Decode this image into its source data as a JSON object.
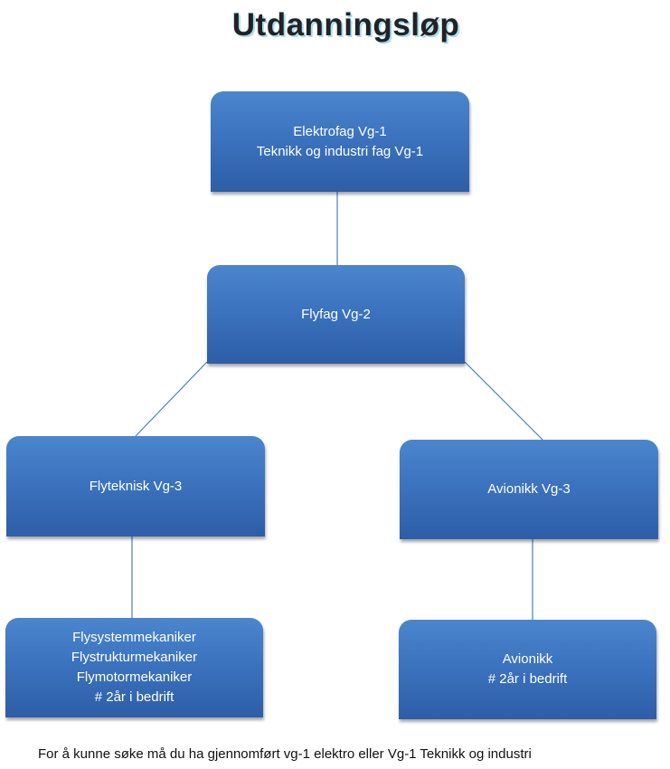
{
  "title": "Utdanningsløp",
  "nodes": {
    "vg1": {
      "lines": [
        "Elektrofag Vg-1",
        "Teknikk og industri fag Vg-1"
      ]
    },
    "vg2": {
      "lines": [
        "Flyfag Vg-2"
      ]
    },
    "flyteknisk": {
      "lines": [
        "Flyteknisk Vg-3"
      ]
    },
    "avionikk_vg3": {
      "lines": [
        "Avionikk Vg-3"
      ]
    },
    "flyteknisk_outcomes": {
      "lines": [
        "Flysystemmekaniker",
        "Flystrukturmekaniker",
        "Flymotormekaniker",
        "# 2år i bedrift"
      ]
    },
    "avionikk_outcomes": {
      "lines": [
        "Avionikk",
        "# 2år i bedrift"
      ]
    }
  },
  "colors": {
    "node_top": "#4b86cd",
    "node_bottom": "#2d5ea7",
    "connector": "#4a7ebf",
    "title_glow": "#a9dcef"
  },
  "footnote": "For å kunne søke må du ha gjennomført vg-1 elektro eller Vg-1 Teknikk og industri"
}
